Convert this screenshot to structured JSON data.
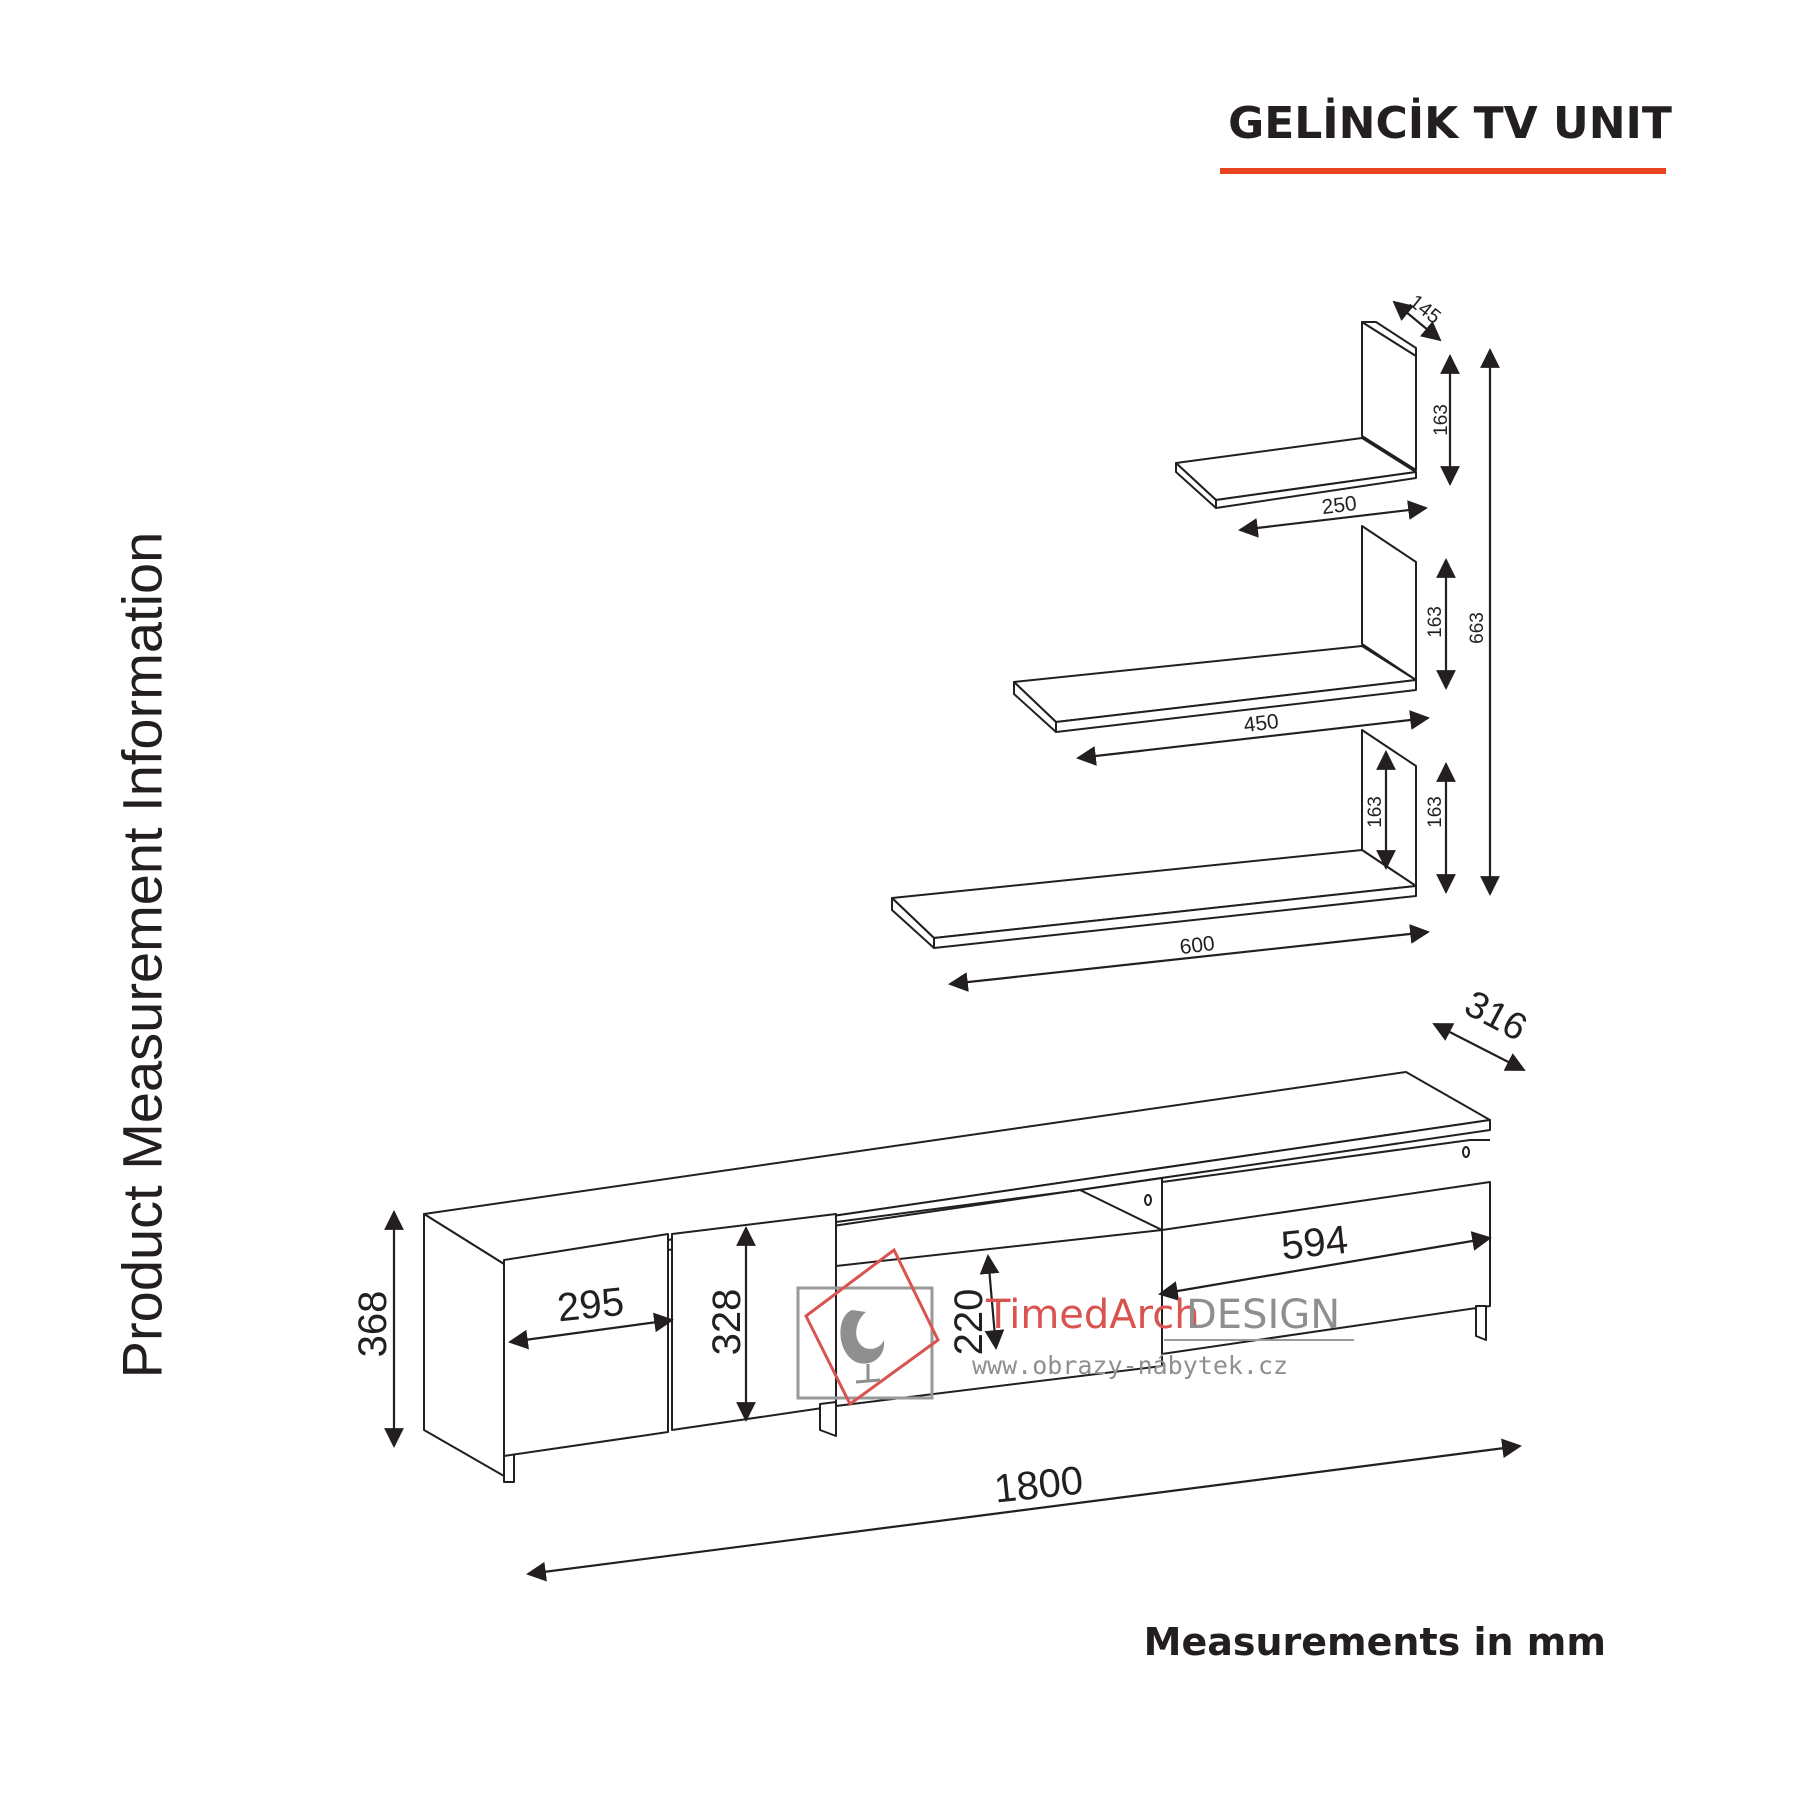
{
  "header": {
    "title": "GELİNCİK TV UNIT"
  },
  "side_label": "Product Measurement Information",
  "footer": {
    "units_note": "Measurements in mm"
  },
  "colors": {
    "accent_rule": "#e8431f",
    "line": "#231f20",
    "watermark_red": "#d9534f",
    "watermark_grey": "#8f8f8f"
  },
  "shelves": {
    "depth": "145",
    "top": {
      "width": "250",
      "height": "163"
    },
    "middle": {
      "width": "450",
      "height": "163"
    },
    "bottom": {
      "width": "600",
      "height": "163",
      "inner_height": "163"
    },
    "total_height": "663"
  },
  "tv_unit": {
    "depth": "316",
    "height": "368",
    "total_width": "1800",
    "left_door_width": "295",
    "door_height": "328",
    "niche_height": "220",
    "right_drawer_width": "594"
  },
  "watermark": {
    "brand_part1": "TimedArch",
    "brand_part2": "DESIGN",
    "url": "www.obrazy-nábytek.cz"
  }
}
